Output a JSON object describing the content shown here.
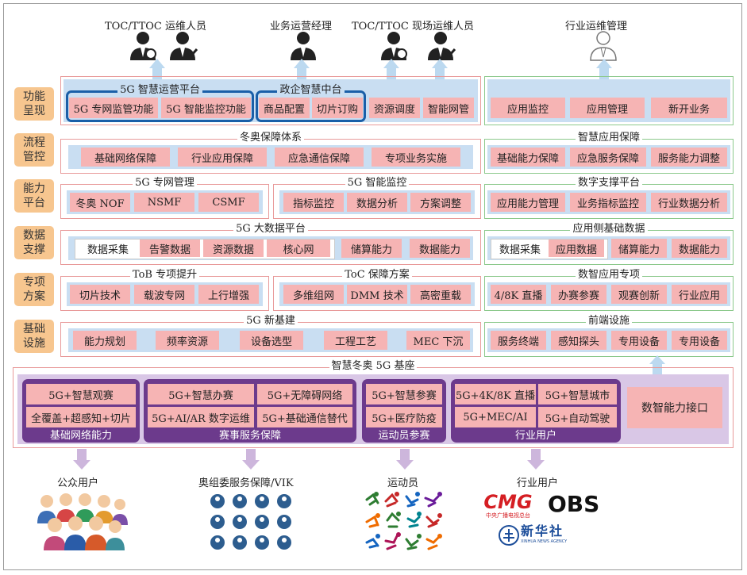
{
  "roles": {
    "toc_ops": "TOC/TTOC  运维人员",
    "biz_mgr": "业务运营经理",
    "site_ops": "TOC/TTOC  现场运维人员",
    "industry_mgr": "行业运维管理"
  },
  "layers": [
    "功能\n呈现",
    "流程\n管控",
    "能力\n平台",
    "数据\n支撑",
    "专项\n方案",
    "基础\n设施"
  ],
  "row1": {
    "platform_5g_title": "5G 智慧运营平台",
    "p1": "5G 专网监管功能",
    "p2": "5G 智能监控功能",
    "gov_title": "政企智慧中台",
    "g1": "商品配置",
    "g2": "切片订购",
    "extra1": "资源调度",
    "extra2": "智能网管",
    "r1": "应用监控",
    "r2": "应用管理",
    "r3": "新开业务"
  },
  "row2": {
    "title": "冬奥保障体系",
    "items": [
      "基础网络保障",
      "行业应用保障",
      "应急通信保障",
      "专项业务实施"
    ],
    "rtitle": "智慧应用保障",
    "ritems": [
      "基础能力保障",
      "应急服务保障",
      "服务能力调整"
    ]
  },
  "row3": {
    "a_title": "5G 专网管理",
    "a_items": [
      "冬奥 NOF",
      "NSMF",
      "CSMF"
    ],
    "b_title": "5G 智能监控",
    "b_items": [
      "指标监控",
      "数据分析",
      "方案调整"
    ],
    "rtitle": "数字支撑平台",
    "ritems": [
      "应用能力管理",
      "业务指标监控",
      "行业数据分析"
    ]
  },
  "row4": {
    "title": "5G 大数据平台",
    "w1": "数据采集",
    "w_items": [
      "告警数据",
      "资源数据",
      "核心网"
    ],
    "items": [
      "储算能力",
      "数据能力"
    ],
    "rtitle": "应用侧基础数据",
    "rw1": "数据采集",
    "rw2": "应用数据",
    "ritems": [
      "储算能力",
      "数据能力"
    ]
  },
  "row5": {
    "a_title": "ToB 专项提升",
    "a_items": [
      "切片技术",
      "载波专网",
      "上行增强"
    ],
    "b_title": "ToC 保障方案",
    "b_items": [
      "多维组网",
      "DMM 技术",
      "高密重载"
    ],
    "rtitle": "数智应用专项",
    "ritems": [
      "4/8K 直播",
      "办赛参赛",
      "观赛创新",
      "行业应用"
    ]
  },
  "row6": {
    "title": "5G 新基建",
    "items": [
      "能力规划",
      "频率资源",
      "设备选型",
      "工程工艺",
      "MEC 下沉"
    ],
    "rtitle": "前端设施",
    "ritems": [
      "服务终端",
      "感知探头",
      "专用设备",
      "专用设备"
    ]
  },
  "base": {
    "title": "智慧冬奥 5G 基座",
    "g1_cap": "基础网络能力",
    "g1_items": [
      "5G+智慧观赛",
      "全覆盖+超感知+切片"
    ],
    "g2_cap": "赛事服务保障",
    "g2_items": [
      "5G+智慧办赛",
      "5G+无障碍网络",
      "5G+AI/AR 数字运维",
      "5G+基础通信替代"
    ],
    "g3_cap": "运动员参赛",
    "g3_items": [
      "5G+智慧参赛",
      "5G+医疗防疫"
    ],
    "g4_cap": "行业用户",
    "g4_items": [
      "5G+4K/8K 直播",
      "5G+智慧城市",
      "5G+MEC/AI",
      "5G+自动驾驶"
    ],
    "interface": "数智能力接口"
  },
  "bottom": {
    "public": "公众用户",
    "vik": "奥组委服务保障/VIK",
    "athletes": "运动员",
    "industry": "行业用户",
    "cmg": "CMG",
    "cmg_sub": "中央广播电视总台",
    "obs": "OBS",
    "xinhua": "新华社",
    "xinhua_sub": "XINHUA NEWS AGENCY"
  },
  "colors": {
    "label": "#f7c68f",
    "pink": "#f6b4b4",
    "band": "#c9def2",
    "purple": "#6c3a8c",
    "blue": "#1a5fa8",
    "arrow_blue": "#bcd9f0",
    "arrow_purple": "#cdb6dc"
  }
}
